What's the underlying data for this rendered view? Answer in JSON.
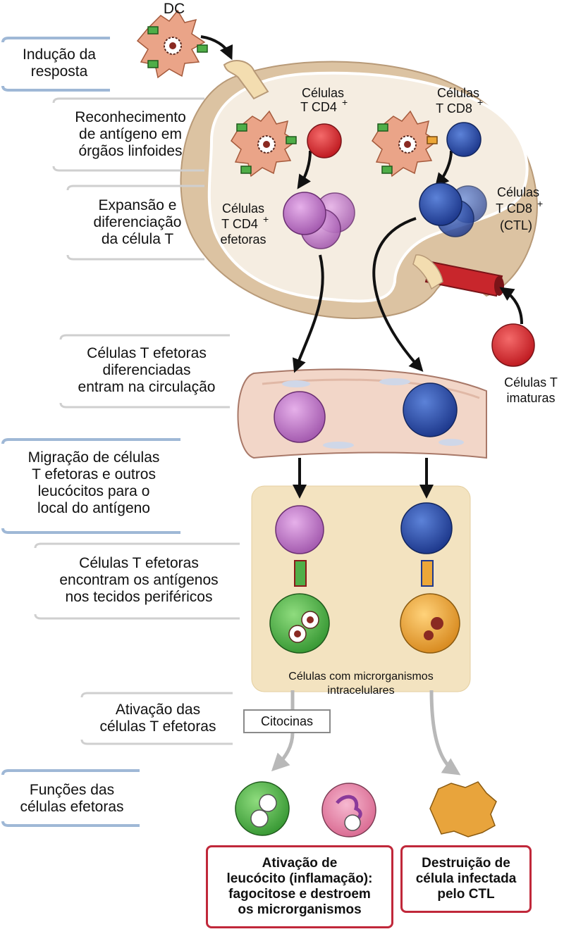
{
  "steps": [
    {
      "lines": [
        "Indução da",
        "resposta"
      ]
    },
    {
      "lines": [
        "Reconhecimento",
        "de antígeno em",
        "órgãos linfoides"
      ]
    },
    {
      "lines": [
        "Expansão e",
        "diferenciação",
        "da célula T"
      ]
    },
    {
      "lines": [
        "Células T efetoras",
        "diferenciadas",
        "entram na circulação"
      ]
    },
    {
      "lines": [
        "Migração de células",
        "T efetoras e outros",
        "leucócitos para o",
        "local do antígeno"
      ]
    },
    {
      "lines": [
        "Células T efetoras",
        "encontram os antígenos",
        "nos tecidos periféricos"
      ]
    },
    {
      "lines": [
        "Ativação das",
        "células T efetoras"
      ]
    },
    {
      "lines": [
        "Funções das",
        "células efetoras"
      ]
    }
  ],
  "labels": {
    "dc": "DC",
    "cd4_l1": "Células",
    "cd4_l2": "T CD4",
    "cd8_l1": "Células",
    "cd8_l2": "T CD8",
    "plus": "+",
    "cd4eff_l1": "Células",
    "cd4eff_l2": "T CD4",
    "cd4eff_l3": "efetoras",
    "cd8ctl_l1": "Células",
    "cd8ctl_l2": "T CD8",
    "cd8ctl_l3": "(CTL)",
    "naive_l1": "Células T",
    "naive_l2": "imaturas",
    "micro_l1": "Células com microrganismos",
    "micro_l2": "intracelulares",
    "cytokines": "Citocinas"
  },
  "results": {
    "left": [
      "Ativação de",
      "leucócito (inflamação):",
      "fagocitose e destroem",
      "os microrganismos"
    ],
    "right": [
      "Destruição de",
      "célula infectada",
      "pelo CTL"
    ]
  },
  "colors": {
    "node": "#e0c8a8",
    "node_inner": "#f4ece0",
    "dc": "#eaa488",
    "cd4": "#d21f2a",
    "cd4_effector": "#b466b8",
    "cd8": "#2a4ca8",
    "infected_green": "#4fae48",
    "infected_orange": "#eca738",
    "tissue": "#f3e3c0",
    "result_border": "#c0283a",
    "label_bar": "#9fb8d6"
  }
}
